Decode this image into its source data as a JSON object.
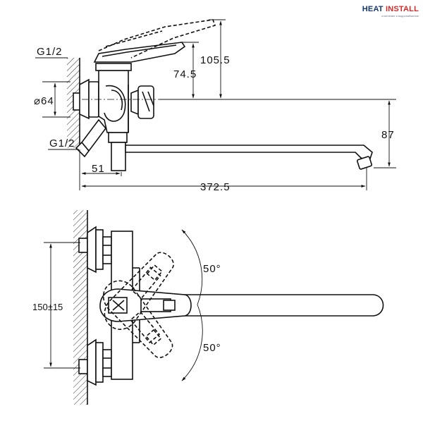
{
  "logo": {
    "name_part1": "HEAT ",
    "name_part2": "INSTALL",
    "tagline": "отопление и водоснабжение"
  },
  "side_view": {
    "dimensions": {
      "lever_height_total": "105.5",
      "lever_height": "74.5",
      "connection_diameter": "⌀64",
      "spout_height": "87",
      "body_offset": "51",
      "total_length": "372.5"
    },
    "thread_top": "G1/2",
    "thread_bottom": "G1/2"
  },
  "top_view": {
    "eccentric_distance": "150±15",
    "rotation_up": "50°",
    "rotation_down": "50°"
  }
}
